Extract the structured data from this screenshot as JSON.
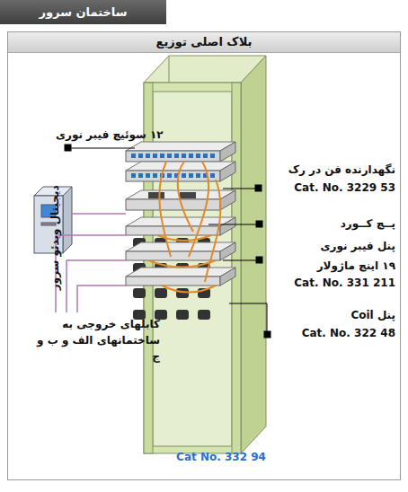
{
  "diagram": {
    "title": "ساختمان سرور",
    "nodes": [
      {
        "text": [
          "بلاک اصلی توزیع"
        ]
      }
    ],
    "labels": [
      "۱۲ سوئیچ فیبر نوری",
      "دیجیتال ویدئو سرور",
      "کابلهای خروجی به ساختمانهای الف و ب و ج",
      "نگهدارنده فن در رک",
      "Cat. No. 3229 53",
      "پــچ کــورد",
      "پنل فیبر نوری",
      "۱۹ اینچ ماژولار",
      "Cat. No. 331 211",
      "پنل Coil",
      "Cat. No. 322 48",
      "Cat No. 332 94"
    ]
  }
}
